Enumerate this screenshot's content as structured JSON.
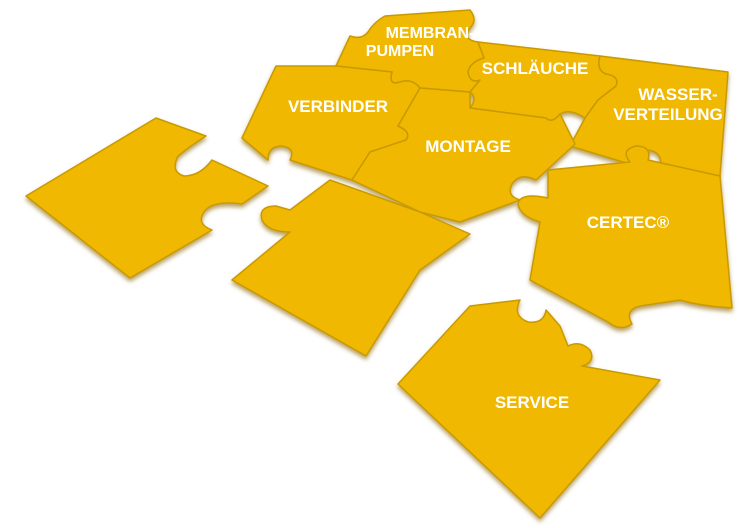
{
  "colors": {
    "piece_fill": "#f0b800",
    "piece_edge": "#b88600",
    "label_text": "#ffffff",
    "background": "#ffffff"
  },
  "pieces": {
    "membranpumpen": {
      "line1": "MEMBRAN-",
      "line2": "PUMPEN"
    },
    "schlaeuche": {
      "label": "SCHLÄUCHE"
    },
    "wasserverteilung": {
      "line1": "WASSER-",
      "line2": "VERTEILUNG"
    },
    "verbinder": {
      "label": "VERBINDER"
    },
    "montage": {
      "label": "MONTAGE"
    },
    "certec": {
      "label": "CERTEC®"
    },
    "service": {
      "label": "SERVICE"
    }
  }
}
